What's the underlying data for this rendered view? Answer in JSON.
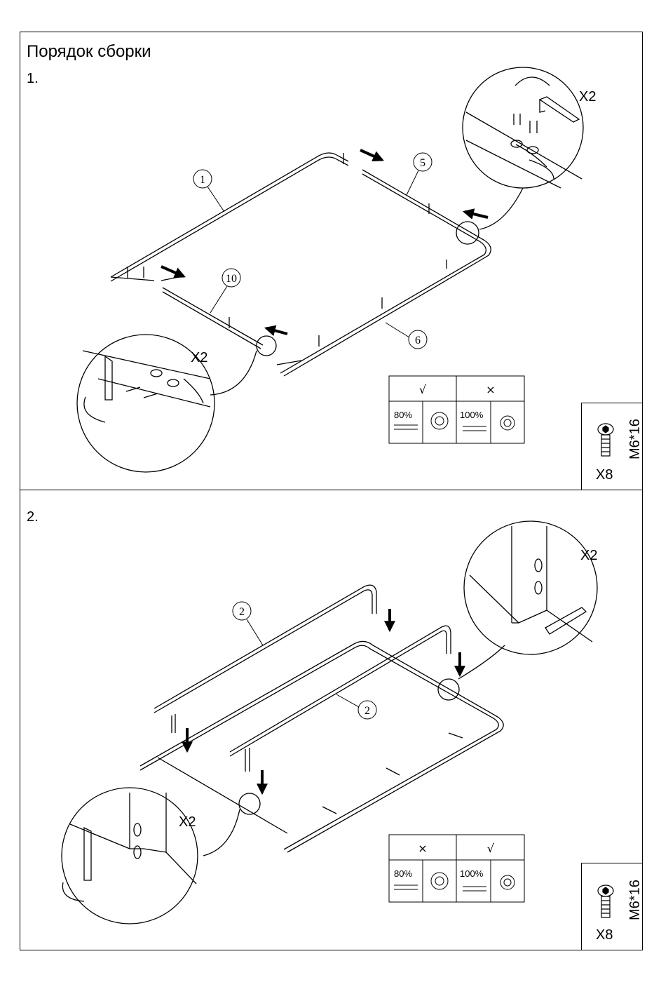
{
  "document": {
    "title": "Порядок сборки",
    "steps": [
      {
        "number": "1.",
        "part_labels": [
          "1",
          "5",
          "10",
          "6"
        ],
        "detail_top": {
          "quantity": "X2"
        },
        "detail_bottom": {
          "quantity": "X2"
        },
        "tightness_table": {
          "good_mark": "√",
          "bad_mark": "×",
          "good_percent": "80%",
          "bad_percent": "100%"
        },
        "screw": {
          "size": "M6*16",
          "count": "X8",
          "icon": "bolt-icon"
        }
      },
      {
        "number": "2.",
        "part_labels": [
          "2",
          "2"
        ],
        "detail_top": {
          "quantity": "X2"
        },
        "detail_bottom": {
          "quantity": "X2"
        },
        "tightness_table": {
          "left_mark": "×",
          "right_mark": "√",
          "left_percent": "80%",
          "right_percent": "100%"
        },
        "screw": {
          "size": "M6*16",
          "count": "X8",
          "icon": "bolt-icon"
        }
      }
    ]
  }
}
